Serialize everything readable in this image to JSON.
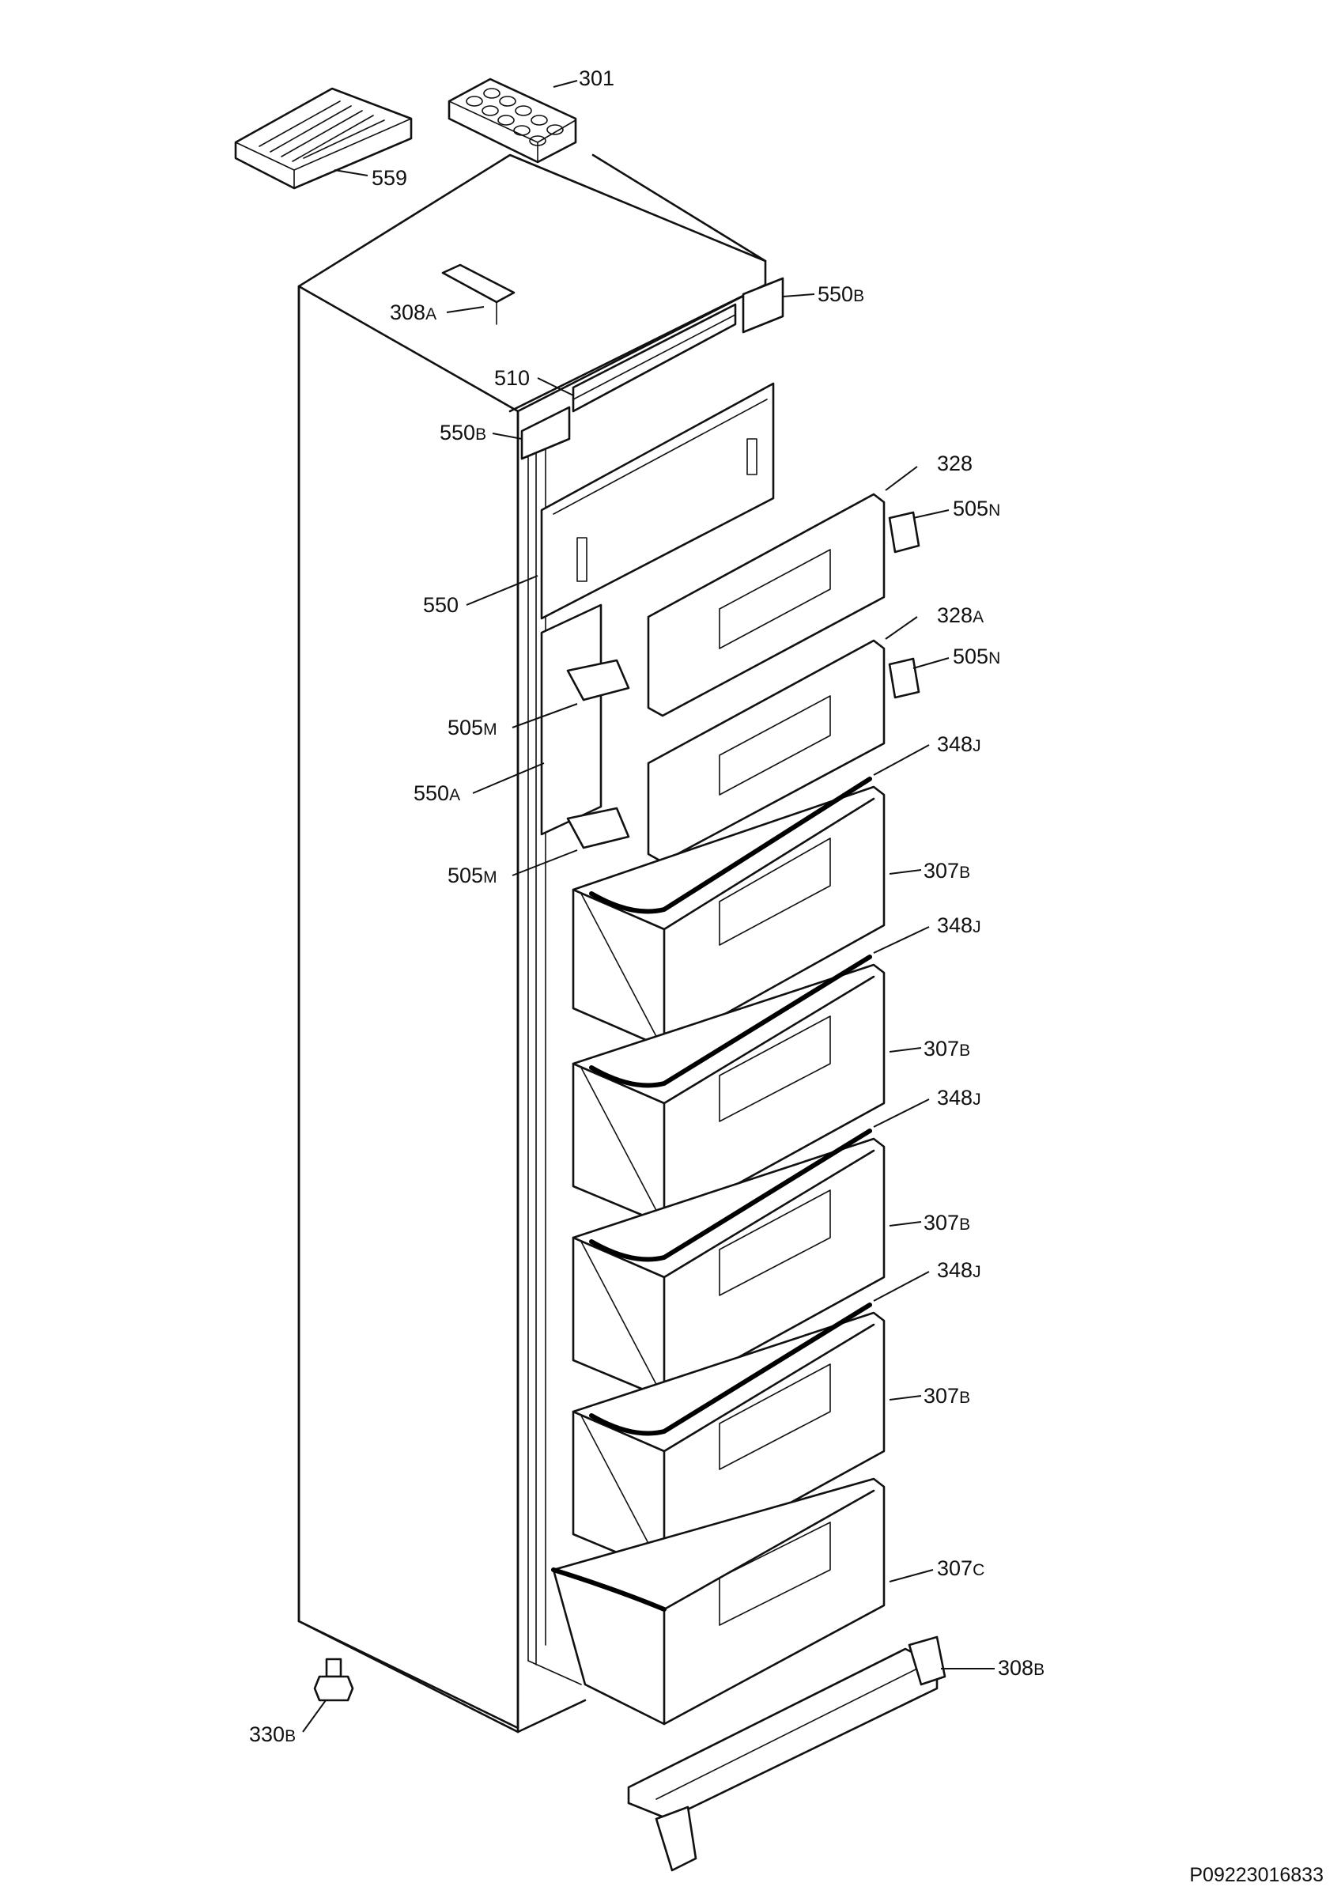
{
  "document_id": "P09223016833",
  "parts": [
    {
      "id": "p301",
      "num": "301",
      "suffix": ""
    },
    {
      "id": "p559",
      "num": "559",
      "suffix": ""
    },
    {
      "id": "p308a",
      "num": "308",
      "suffix": "A"
    },
    {
      "id": "p550b_right",
      "num": "550",
      "suffix": "B"
    },
    {
      "id": "p510",
      "num": "510",
      "suffix": ""
    },
    {
      "id": "p550b_left",
      "num": "550",
      "suffix": "B"
    },
    {
      "id": "p328",
      "num": "328",
      "suffix": ""
    },
    {
      "id": "p505n_top",
      "num": "505",
      "suffix": "N"
    },
    {
      "id": "p550",
      "num": "550",
      "suffix": ""
    },
    {
      "id": "p328a",
      "num": "328",
      "suffix": "A"
    },
    {
      "id": "p505n_mid",
      "num": "505",
      "suffix": "N"
    },
    {
      "id": "p505m_top",
      "num": "505",
      "suffix": "M"
    },
    {
      "id": "p348j_1",
      "num": "348",
      "suffix": "J"
    },
    {
      "id": "p550a",
      "num": "550",
      "suffix": "A"
    },
    {
      "id": "p505m_bot",
      "num": "505",
      "suffix": "M"
    },
    {
      "id": "p307b_1",
      "num": "307",
      "suffix": "B"
    },
    {
      "id": "p348j_2",
      "num": "348",
      "suffix": "J"
    },
    {
      "id": "p307b_2",
      "num": "307",
      "suffix": "B"
    },
    {
      "id": "p348j_3",
      "num": "348",
      "suffix": "J"
    },
    {
      "id": "p307b_3",
      "num": "307",
      "suffix": "B"
    },
    {
      "id": "p348j_4",
      "num": "348",
      "suffix": "J"
    },
    {
      "id": "p307b_4",
      "num": "307",
      "suffix": "B"
    },
    {
      "id": "p307c",
      "num": "307",
      "suffix": "C"
    },
    {
      "id": "p308b",
      "num": "308",
      "suffix": "B"
    },
    {
      "id": "p330b",
      "num": "330",
      "suffix": "B"
    }
  ]
}
